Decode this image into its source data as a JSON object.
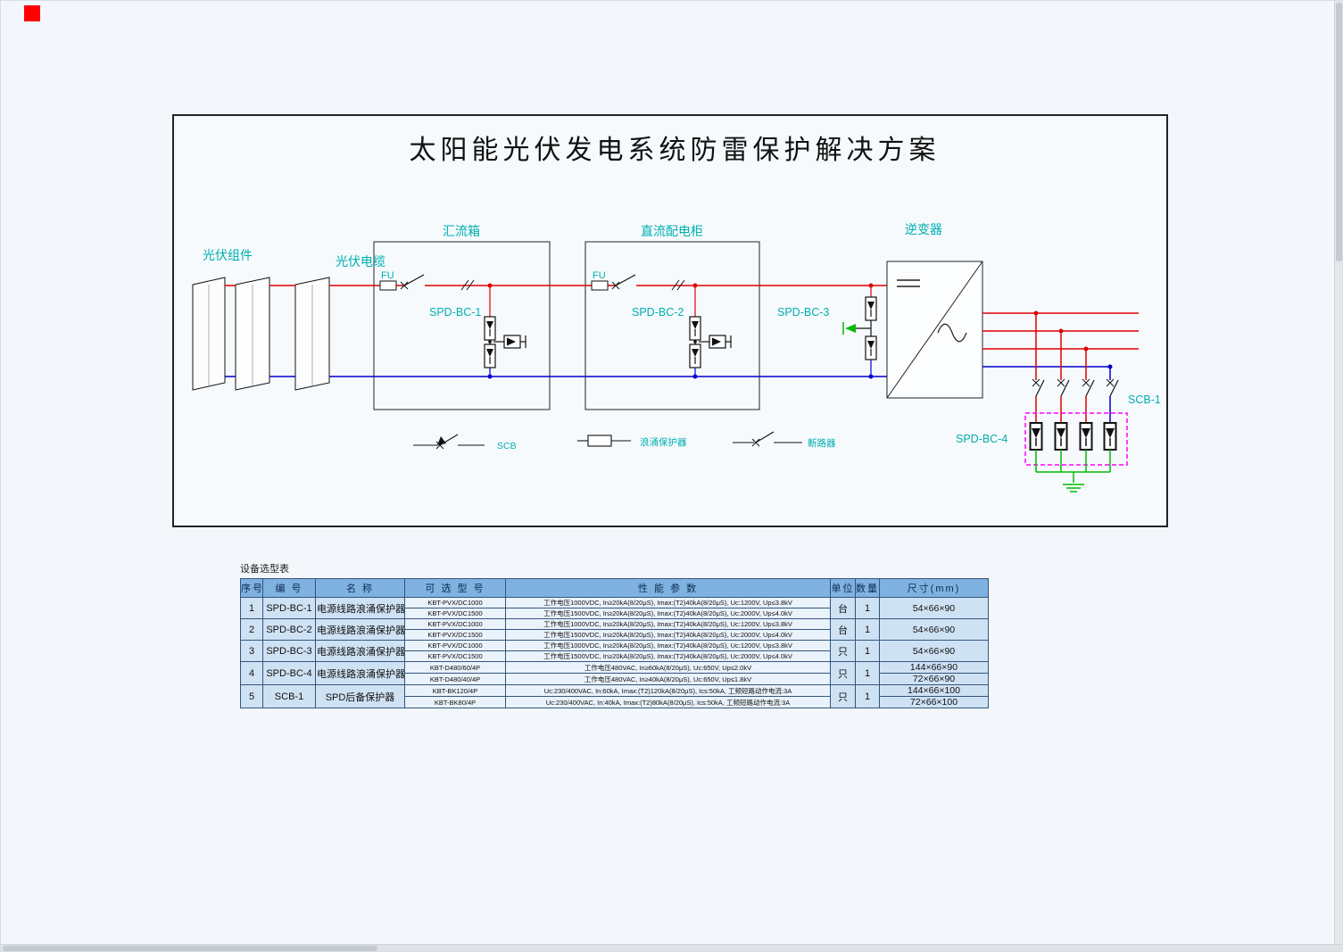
{
  "title": "太阳能光伏发电系统防雷保护解决方案",
  "diagram": {
    "labels": {
      "pv_module": "光伏组件",
      "pv_cable": "光伏电缆",
      "combiner_box": "汇流箱",
      "dc_cabinet": "直流配电柜",
      "inverter": "逆变器",
      "fu1": "FU",
      "fu2": "FU",
      "spd1": "SPD-BC-1",
      "spd2": "SPD-BC-2",
      "spd3": "SPD-BC-3",
      "spd4": "SPD-BC-4",
      "scb1": "SCB-1"
    },
    "legend": {
      "scb": "SCB",
      "surge_protector": "浪涌保护器",
      "breaker": "断路器"
    },
    "colors": {
      "label": "#00AEAE",
      "dc_positive_wire": "#E00000",
      "dc_negative_wire": "#0000CC",
      "ground_wire": "#00BB00",
      "spd_group_box": "#FF00FF"
    }
  },
  "table": {
    "caption": "设备选型表",
    "colors": {
      "header_bg": "#7FB2E0",
      "row_bg": "#CFE2F4"
    },
    "columns": [
      "序号",
      "编 号",
      "名  称",
      "可 选 型 号",
      "性 能 参 数",
      "单位",
      "数量",
      "尺寸(mm)"
    ],
    "rows": [
      {
        "idx": "1",
        "code": "SPD-BC-1",
        "name": "电源线路浪涌保护器",
        "models": [
          "KBT-PVX/DC1000",
          "KBT-PVX/DC1500"
        ],
        "params": [
          "工作电压1000VDC, In≥20kA(8/20μS), Imax:(T2)40kA(8/20μS), Uc:1200V, Up≤3.8kV",
          "工作电压1500VDC, In≥20kA(8/20μS), Imax:(T2)40kA(8/20μS), Uc:2000V, Up≤4.0kV"
        ],
        "unit": "台",
        "qty": "1",
        "dims": [
          "54×66×90"
        ]
      },
      {
        "idx": "2",
        "code": "SPD-BC-2",
        "name": "电源线路浪涌保护器",
        "models": [
          "KBT-PVX/DC1000",
          "KBT-PVX/DC1500"
        ],
        "params": [
          "工作电压1000VDC, In≥20kA(8/20μS), Imax:(T2)40kA(8/20μS), Uc:1200V, Up≤3.8kV",
          "工作电压1500VDC, In≥20kA(8/20μS), Imax:(T2)40kA(8/20μS), Uc:2000V, Up≤4.0kV"
        ],
        "unit": "台",
        "qty": "1",
        "dims": [
          "54×66×90"
        ]
      },
      {
        "idx": "3",
        "code": "SPD-BC-3",
        "name": "电源线路浪涌保护器",
        "models": [
          "KBT-PVX/DC1000",
          "KBT-PVX/DC1500"
        ],
        "params": [
          "工作电压1000VDC, In≥20kA(8/20μS), Imax:(T2)40kA(8/20μS), Uc:1200V, Up≤3.8kV",
          "工作电压1500VDC, In≥20kA(8/20μS), Imax:(T2)40kA(8/20μS), Uc:2000V, Up≤4.0kV"
        ],
        "unit": "只",
        "qty": "1",
        "dims": [
          "54×66×90"
        ]
      },
      {
        "idx": "4",
        "code": "SPD-BC-4",
        "name": "电源线路浪涌保护器",
        "models": [
          "KBT-D480/60/4P",
          "KBT-D480/40/4P"
        ],
        "params": [
          "工作电压480VAC, In≥60kA(8/20μS), Uc:650V, Up≤2.0kV",
          "工作电压480VAC, In≥40kA(8/20μS), Uc:650V, Up≤1.8kV"
        ],
        "unit": "只",
        "qty": "1",
        "dims": [
          "144×66×90",
          "72×66×90"
        ]
      },
      {
        "idx": "5",
        "code": "SCB-1",
        "name": "SPD后备保护器",
        "models": [
          "KBT-BK120/4P",
          "KBT-BK80/4P"
        ],
        "params": [
          "Uc:230/400VAC, In:60kA, Imax:(T2)120kA(8/20μS), Ics:50kA, 工频短路动作电流:3A",
          "Uc:230/400VAC, In:40kA, Imax:(T2)80kA(8/20μS), Ics:50kA, 工频短路动作电流:3A"
        ],
        "unit": "只",
        "qty": "1",
        "dims": [
          "144×66×100",
          "72×66×100"
        ]
      }
    ]
  }
}
